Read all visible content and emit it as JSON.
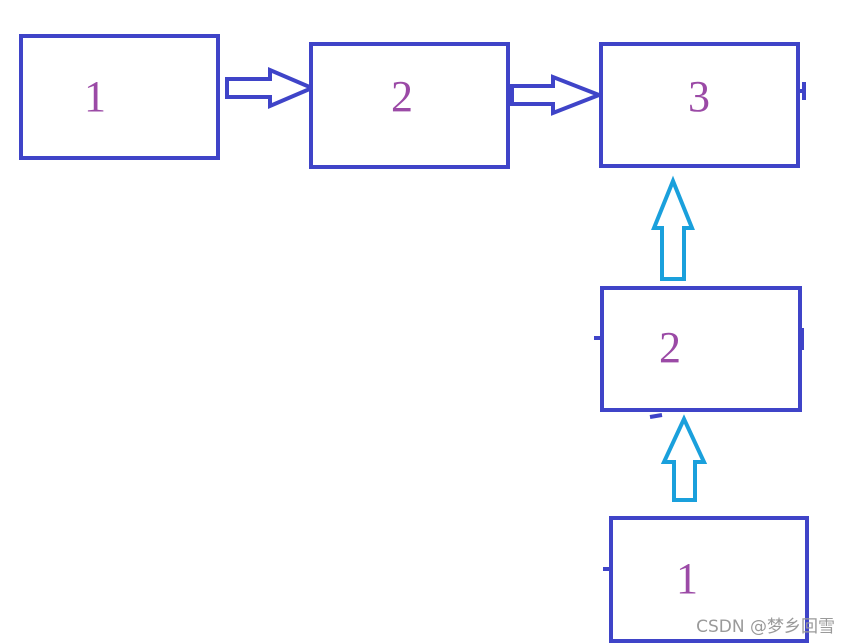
{
  "diagram": {
    "colors": {
      "box_border": "#3f44c8",
      "label": "#9b4aa6",
      "arrow_horizontal": "#3f44c8",
      "arrow_vertical": "#1aa0dc",
      "background": "#ffffff"
    },
    "boxes": [
      {
        "id": "top-1",
        "label": "1"
      },
      {
        "id": "top-2",
        "label": "2"
      },
      {
        "id": "top-3",
        "label": "3"
      },
      {
        "id": "mid-2",
        "label": "2"
      },
      {
        "id": "bottom-1",
        "label": "1"
      }
    ],
    "arrows": [
      {
        "id": "top-1-to-top-2",
        "from": "top-1",
        "to": "top-2",
        "direction": "right"
      },
      {
        "id": "top-2-to-top-3",
        "from": "top-2",
        "to": "top-3",
        "direction": "right"
      },
      {
        "id": "mid-2-to-top-3",
        "from": "mid-2",
        "to": "top-3",
        "direction": "up"
      },
      {
        "id": "bottom-1-to-mid-2",
        "from": "bottom-1",
        "to": "mid-2",
        "direction": "up"
      }
    ]
  },
  "watermark": {
    "text": "CSDN @梦乡回雪"
  }
}
